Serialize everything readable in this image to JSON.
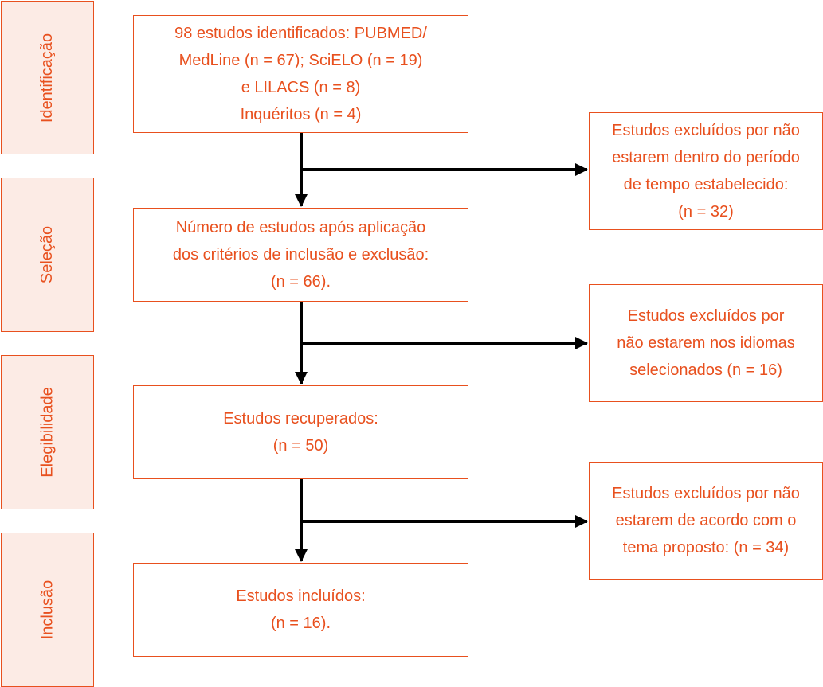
{
  "stages": [
    "Identificação",
    "Seleção",
    "Elegibilidade",
    "Inclusão"
  ],
  "main_boxes": [
    {
      "lines": [
        "98 estudos identificados: PUBMED/",
        "MedLine (n = 67); SciELO (n = 19)",
        "e LILACS (n = 8)",
        "Inquéritos (n = 4)"
      ]
    },
    {
      "lines": [
        "Número de estudos após aplicação",
        "dos critérios de inclusão e exclusão:",
        "(n = 66)."
      ]
    },
    {
      "lines": [
        "Estudos recuperados:",
        "(n = 50)"
      ]
    },
    {
      "lines": [
        "Estudos incluídos:",
        "(n = 16)."
      ]
    }
  ],
  "exclusion_boxes": [
    {
      "lines": [
        "Estudos excluídos por não",
        "estarem dentro do período",
        "de tempo estabelecido:",
        "(n = 32)"
      ]
    },
    {
      "lines": [
        "Estudos excluídos por",
        "não estarem nos idiomas",
        "selecionados (n = 16)"
      ]
    },
    {
      "lines": [
        "Estudos excluídos por não",
        "estarem de acordo com o",
        "tema proposto: (n = 34)"
      ]
    }
  ],
  "colors": {
    "accent": "#e8501e",
    "stage_fill": "#fcebe5",
    "arrow": "#000000"
  }
}
